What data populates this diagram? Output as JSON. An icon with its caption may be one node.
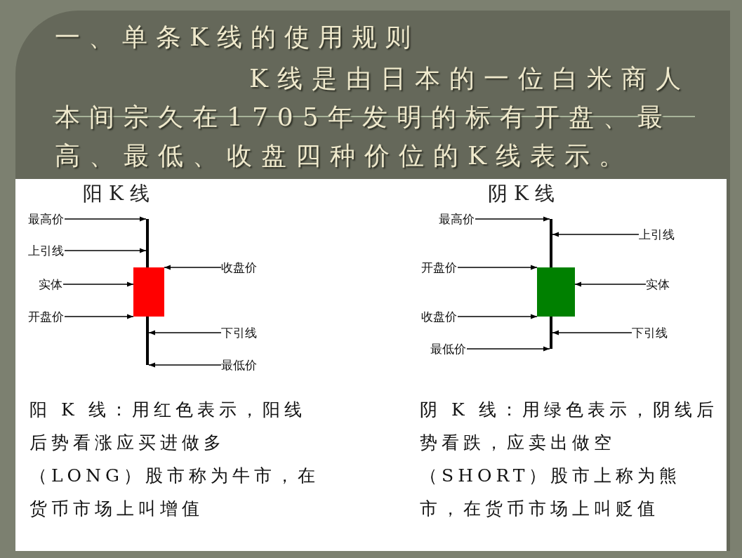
{
  "diagram": {
    "title": "一、单条K线的使用规则",
    "nodes": [
      {
        "text": [
          "最高价"
        ]
      },
      {
        "text": [
          "上引线"
        ]
      },
      {
        "text": [
          "实体"
        ]
      },
      {
        "text": [
          "开盘价"
        ]
      },
      {
        "text": [
          "收盘价"
        ]
      },
      {
        "text": [
          "下引线"
        ]
      },
      {
        "text": [
          "最低价"
        ]
      },
      {
        "text": [],
        "shape": "box"
      },
      {
        "text": [],
        "shape": "bar"
      },
      {
        "text": [
          "最高价"
        ]
      },
      {
        "text": [
          "上引线"
        ]
      },
      {
        "text": [
          "开盘价"
        ]
      },
      {
        "text": [
          "实体"
        ]
      },
      {
        "text": [
          "收盘价"
        ]
      },
      {
        "text": [
          "下引线"
        ]
      },
      {
        "text": [
          "最低价"
        ]
      },
      {
        "text": [],
        "shape": "box"
      },
      {
        "text": [],
        "shape": "bar"
      }
    ],
    "edges": [
      {
        "from": 0,
        "to": 8,
        "arrow": "to"
      },
      {
        "from": 1,
        "to": 8,
        "arrow": "to"
      },
      {
        "from": 2,
        "to": 7,
        "arrow": "to"
      },
      {
        "from": 3,
        "to": 7,
        "arrow": "to"
      },
      {
        "from": 4,
        "to": 7,
        "arrow": "to"
      },
      {
        "from": 5,
        "to": 8,
        "arrow": "to"
      },
      {
        "from": 6,
        "to": 8,
        "arrow": "to"
      },
      {
        "from": 9,
        "to": 17,
        "arrow": "to"
      },
      {
        "from": 10,
        "to": 17,
        "arrow": "to"
      },
      {
        "from": 11,
        "to": 16,
        "arrow": "to"
      },
      {
        "from": 12,
        "to": 16,
        "arrow": "to"
      },
      {
        "from": 13,
        "to": 16,
        "arrow": "to"
      },
      {
        "from": 14,
        "to": 17,
        "arrow": "to"
      },
      {
        "from": 15,
        "to": 17,
        "arrow": "to"
      }
    ],
    "labels": [
      "K线是由日本的一位白米商人本间宗久在1705年发明的标有开盘、最高、最低、收盘四种价位的K线表示。",
      "阳 K 线",
      "阴 K 线",
      "阳 K 线：用红色表示，阳线后势看涨应买进做多（LONG）股市称为牛市，在货币市场上叫增值",
      "阴 K 线：用绿色表示，阴线后势看跌，应卖出做空（SHORT）股市上称为熊市，在货币市场上叫贬值"
    ]
  }
}
